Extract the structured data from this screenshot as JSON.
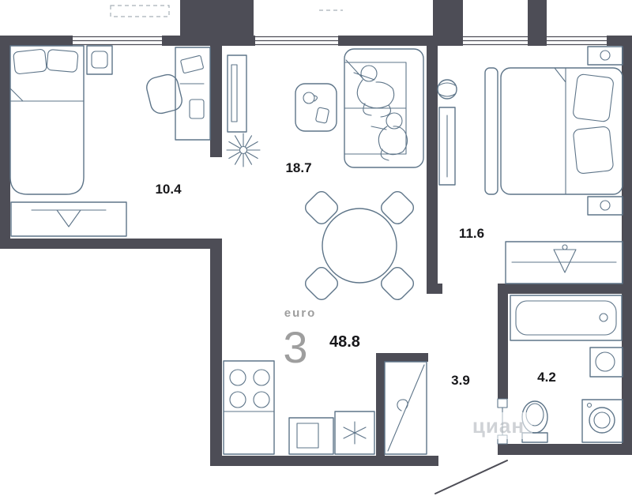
{
  "plan": {
    "layout_label": "euro",
    "layout_rooms": "3",
    "total_area": "48.8",
    "rooms": [
      {
        "id": "bedroom-1",
        "area": "10.4"
      },
      {
        "id": "living-kitchen",
        "area": "18.7"
      },
      {
        "id": "bedroom-2",
        "area": "11.6"
      },
      {
        "id": "hallway",
        "area": "3.9"
      },
      {
        "id": "bathroom",
        "area": "4.2"
      }
    ],
    "watermark": "циан",
    "colors": {
      "wall": "#4d4d56",
      "furniture_line": "#5e7589",
      "label": "#17171a",
      "muted": "#9e9e9e",
      "watermark": "#a9afb5"
    }
  }
}
